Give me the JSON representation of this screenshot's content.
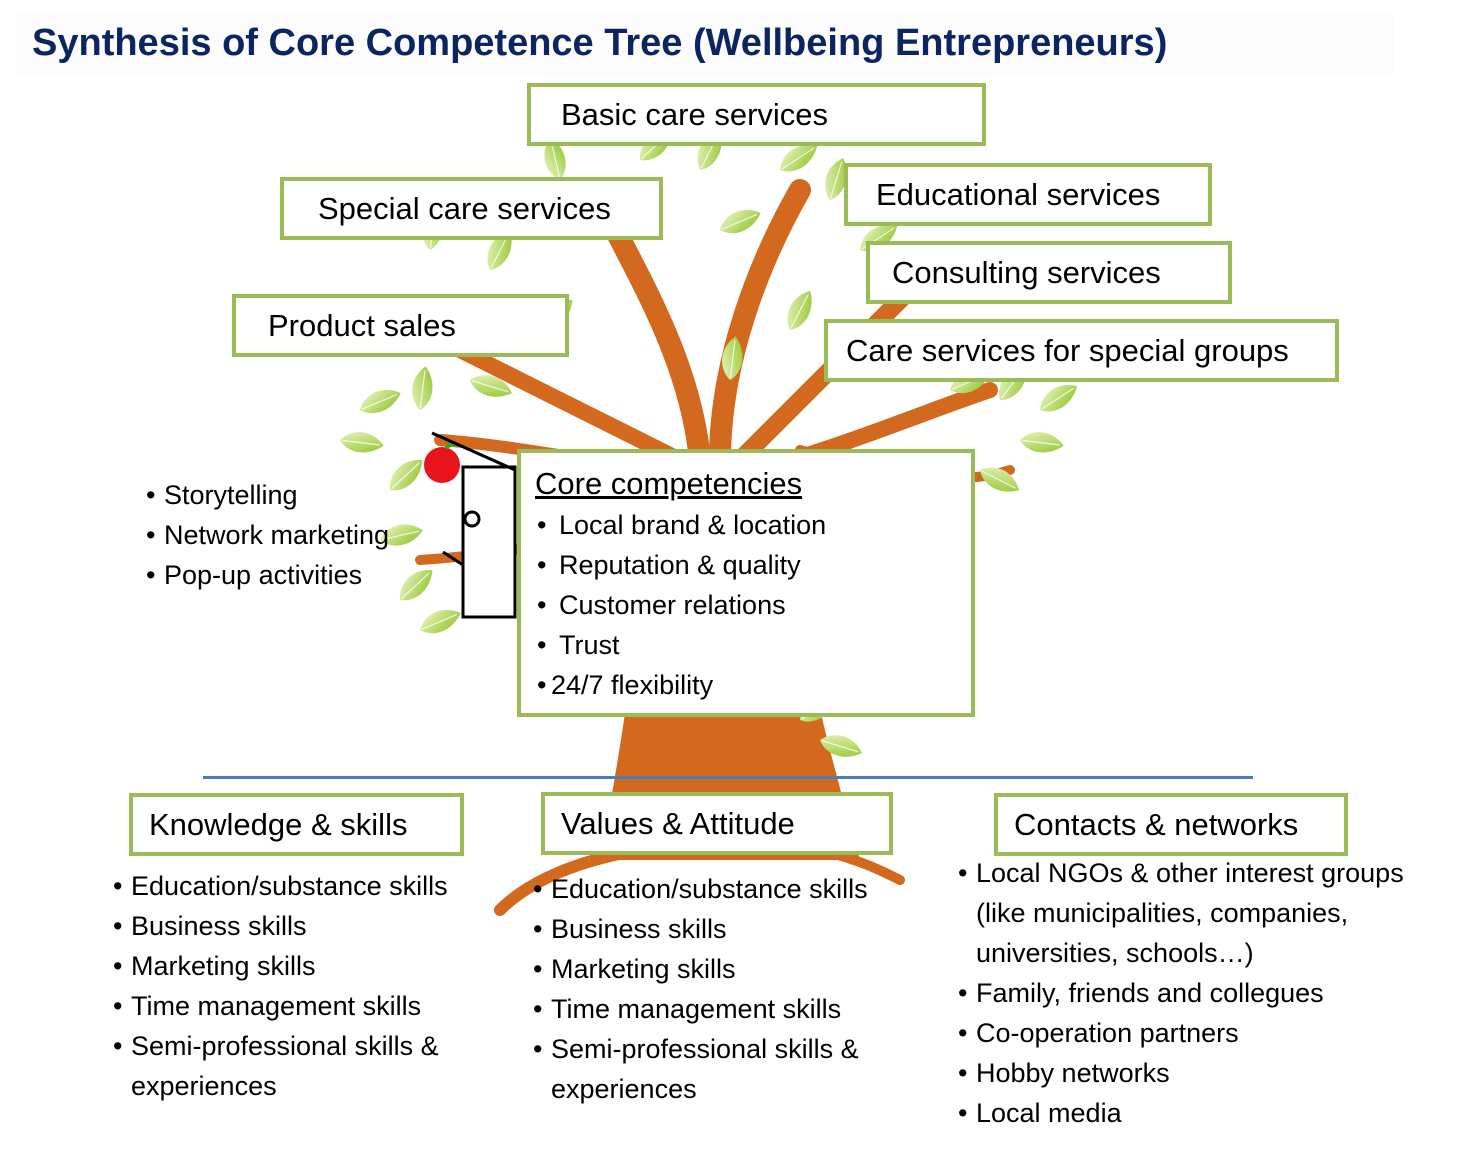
{
  "title": "Synthesis of Core Competence Tree (Wellbeing Entrepreneurs)",
  "colors": {
    "title": "#0b2560",
    "box_border": "#9bbb59",
    "divider": "#4a7ebb",
    "trunk": "#d2691e",
    "leaf": "#9acd32",
    "apple": "#e8141b"
  },
  "services": [
    {
      "label": "Basic care services"
    },
    {
      "label": "Special care services"
    },
    {
      "label": "Educational services"
    },
    {
      "label": "Consulting services"
    },
    {
      "label": "Product sales"
    },
    {
      "label": "Care services for special groups"
    }
  ],
  "channels": {
    "items": [
      "Storytelling",
      "Network marketing",
      "Pop-up activities"
    ]
  },
  "core": {
    "title": "Core competencies",
    "items": [
      "Local brand & location",
      "Reputation & quality",
      "Customer relations",
      "Trust",
      "24/7 flexibility"
    ]
  },
  "roots": [
    {
      "heading": "Knowledge & skills",
      "items": [
        "Education/substance skills",
        "Business skills",
        "Marketing skills",
        "Time management skills",
        "Semi-professional skills &",
        "experiences"
      ]
    },
    {
      "heading": "Values & Attitude",
      "items": [
        "Education/substance skills",
        "Business skills",
        "Marketing skills",
        "Time management skills",
        "Semi-professional skills &",
        "experiences"
      ]
    },
    {
      "heading": "Contacts & networks",
      "items": [
        "Local NGOs & other interest groups",
        "(like municipalities, companies,",
        "universities, schools…)",
        "Family, friends and collegues",
        "Co-operation partners",
        "Hobby networks",
        "Local media"
      ]
    }
  ]
}
